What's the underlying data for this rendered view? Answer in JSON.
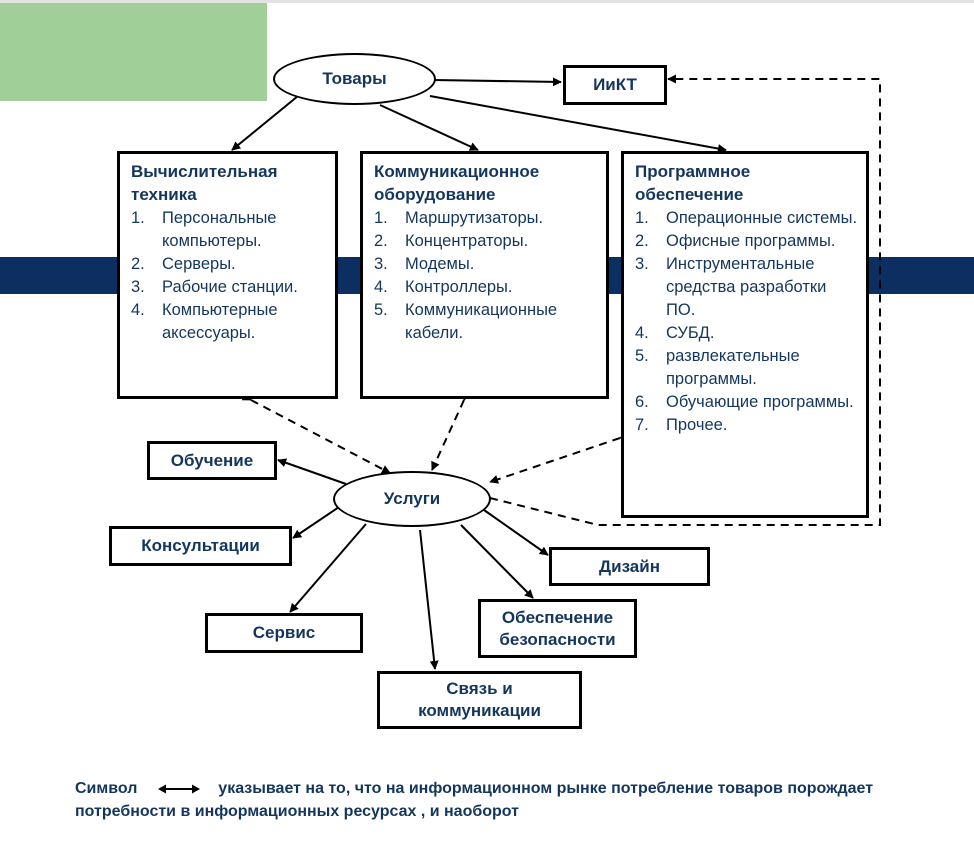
{
  "colors": {
    "accent_green": "#a0cf98",
    "band_navy": "#0c2f61",
    "text": "#14365d"
  },
  "nodes": {
    "goods": "Товары",
    "ict": "ИиКТ",
    "services": "Услуги"
  },
  "categories": [
    {
      "title": "Вычислительная техника",
      "items": [
        {
          "num": "1.",
          "text": "Персональные компьютеры."
        },
        {
          "num": "2.",
          "text": "Серверы."
        },
        {
          "num": "3.",
          "text": "Рабочие станции."
        },
        {
          "num": "4.",
          "text": "Компьютерные аксессуары."
        }
      ]
    },
    {
      "title": "Коммуникационное оборудование",
      "items": [
        {
          "num": "1.",
          "text": "Маршрутизаторы."
        },
        {
          "num": "2.",
          "text": "Концентраторы."
        },
        {
          "num": "3.",
          "text": "Модемы."
        },
        {
          "num": "4.",
          "text": "Контроллеры."
        },
        {
          "num": "5.",
          "text": "Коммуникационные кабели."
        }
      ]
    },
    {
      "title": "Программное обеспечение",
      "items": [
        {
          "num": "1.",
          "text": "Операционные системы."
        },
        {
          "num": "2.",
          "text": "Офисные программы."
        },
        {
          "num": "3.",
          "text": "Инструментальные средства разработки ПО."
        },
        {
          "num": "4.",
          "text": "СУБД."
        },
        {
          "num": "5.",
          "text": "развлекательные программы."
        },
        {
          "num": "6.",
          "text": "Обучающие программы."
        },
        {
          "num": "7.",
          "text": "Прочее."
        }
      ]
    }
  ],
  "service_types": {
    "training": "Обучение",
    "consulting": "Консультации",
    "service": "Сервис",
    "communication": "Связь и коммуникации",
    "security": "Обеспечение безопасности",
    "design": "Дизайн"
  },
  "note": {
    "symbol_word": "Символ",
    "symbol_icon": "double-headed-arrow-icon",
    "text": "указывает на то, что на информационном рынке потребление товаров порождает потребности в информационных ресурсах , и наоборот"
  }
}
